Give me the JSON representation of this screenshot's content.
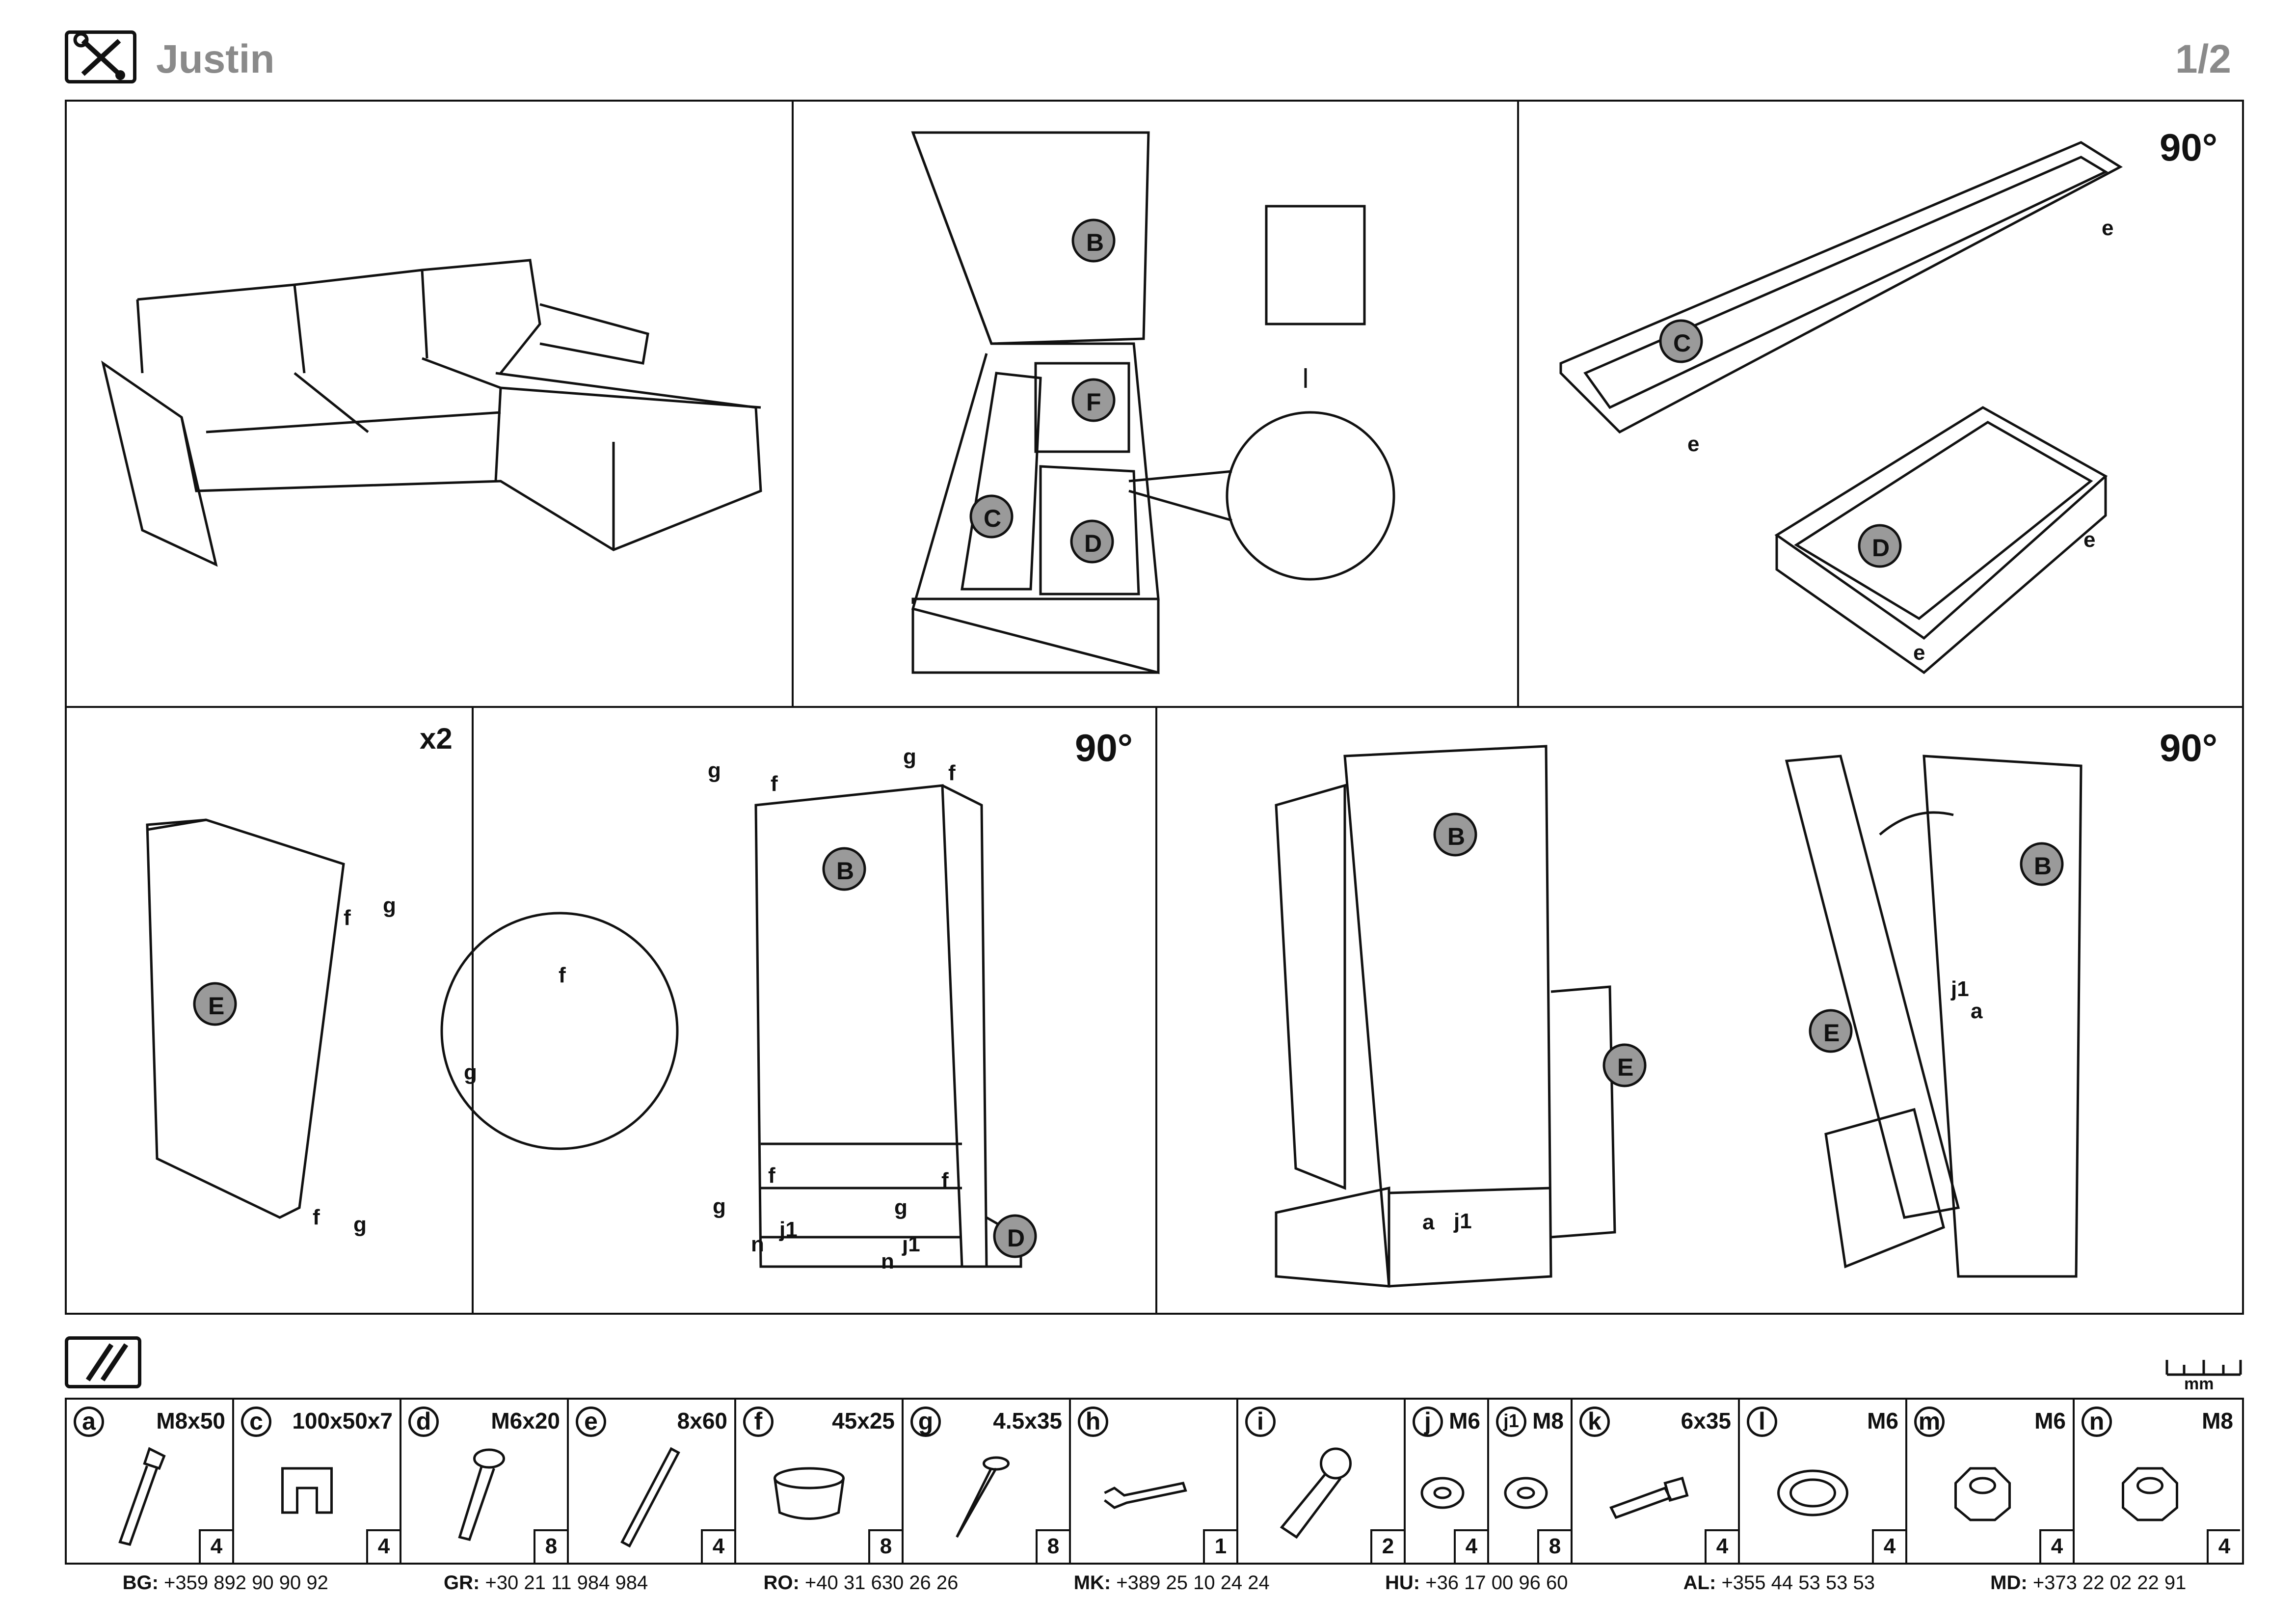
{
  "header": {
    "title": "Justin",
    "page": "1/2",
    "tool_icon": "wrench-screwdriver-icon"
  },
  "steps": {
    "step1": {
      "x2": "x2"
    },
    "rotate_label": "90°",
    "labels": {
      "B": "B",
      "C": "C",
      "D": "D",
      "E": "E",
      "F": "F",
      "e": "e",
      "f": "f",
      "g": "g",
      "a": "a",
      "j1": "j1",
      "n": "n"
    }
  },
  "parts_header": {
    "icon": "screws-icon",
    "unit": "mm"
  },
  "parts": [
    {
      "letter": "a",
      "size": "M8x50",
      "qty": "4",
      "icon": "bolt-icon"
    },
    {
      "letter": "c",
      "size": "100x50x7",
      "qty": "4",
      "icon": "bracket-icon"
    },
    {
      "letter": "d",
      "size": "M6x20",
      "qty": "8",
      "icon": "screw-icon"
    },
    {
      "letter": "e",
      "size": "8x60",
      "qty": "4",
      "icon": "threaded-rod-icon"
    },
    {
      "letter": "f",
      "size": "45x25",
      "qty": "8",
      "icon": "foot-icon"
    },
    {
      "letter": "g",
      "size": "4.5x35",
      "qty": "8",
      "icon": "wood-screw-icon"
    },
    {
      "letter": "h",
      "size": "",
      "qty": "1",
      "icon": "wrench-icon"
    },
    {
      "letter": "i",
      "size": "",
      "qty": "2",
      "icon": "hinge-icon"
    },
    {
      "letter": "j",
      "size": "M6",
      "qty": "4",
      "icon": "washer-icon"
    },
    {
      "letter": "j1",
      "size": "M8",
      "qty": "8",
      "icon": "washer-icon"
    },
    {
      "letter": "k",
      "size": "6x35",
      "qty": "4",
      "icon": "bolt-icon"
    },
    {
      "letter": "l",
      "size": "M6",
      "qty": "4",
      "icon": "spring-washer-icon"
    },
    {
      "letter": "m",
      "size": "M6",
      "qty": "4",
      "icon": "nut-icon"
    },
    {
      "letter": "n",
      "size": "M8",
      "qty": "4",
      "icon": "nut-icon"
    }
  ],
  "footer": [
    {
      "code": "BG:",
      "phone": "+359 892 90 90 92"
    },
    {
      "code": "GR:",
      "phone": "+30 21 11 984 984"
    },
    {
      "code": "RO:",
      "phone": "+40 31 630 26 26"
    },
    {
      "code": "MK:",
      "phone": "+389 25 10 24 24"
    },
    {
      "code": "HU:",
      "phone": "+36 17 00 96 60"
    },
    {
      "code": "AL:",
      "phone": "+355 44 53 53 53"
    },
    {
      "code": "MD:",
      "phone": "+373 22 02 22 91"
    }
  ]
}
